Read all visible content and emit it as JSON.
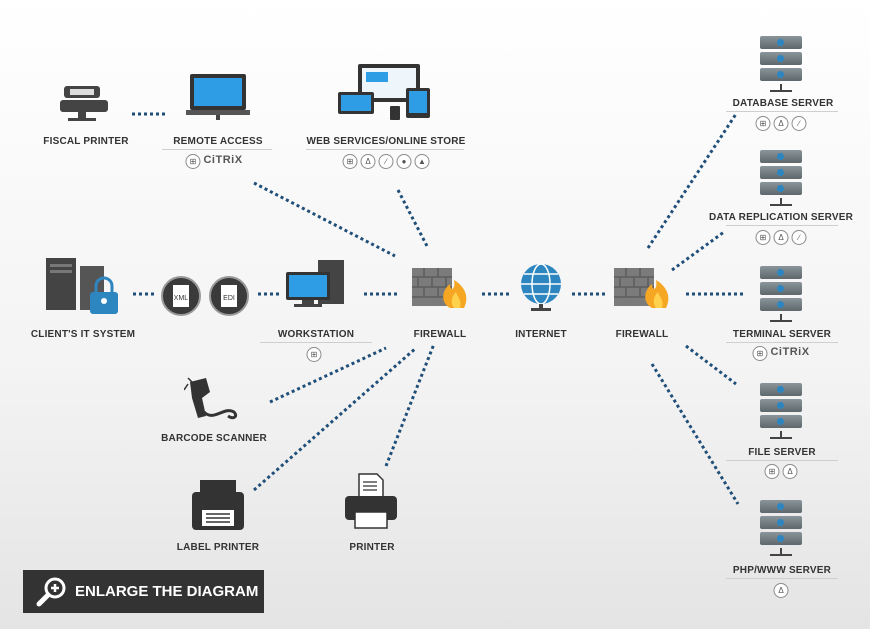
{
  "nodes": {
    "fiscal_printer": "FISCAL PRINTER",
    "remote_access": "REMOTE ACCESS",
    "web_services": "WEB SERVICES/ONLINE STORE",
    "clients_it_system": "CLIENT'S IT SYSTEM",
    "workstation": "WORKSTATION",
    "firewall_left": "FIREWALL",
    "internet": "INTERNET",
    "firewall_right": "FIREWALL",
    "barcode_scanner": "BARCODE SCANNER",
    "label_printer": "LABEL PRINTER",
    "printer": "PRINTER",
    "database_server": "DATABASE SERVER",
    "data_replication_server": "DATA REPLICATION SERVER",
    "terminal_server": "TERMINAL SERVER",
    "file_server": "FILE SERVER",
    "php_server": "PHP/WWW SERVER"
  },
  "badges": {
    "xml": "XML",
    "edi": "EDI",
    "citrix": "CiTRiX"
  },
  "enlarge_button": "ENLARGE THE DIAGRAM",
  "colors": {
    "link": "#1f4e79",
    "flame": "#f5a623",
    "globe": "#2e86c1",
    "button_bg": "#333333"
  }
}
